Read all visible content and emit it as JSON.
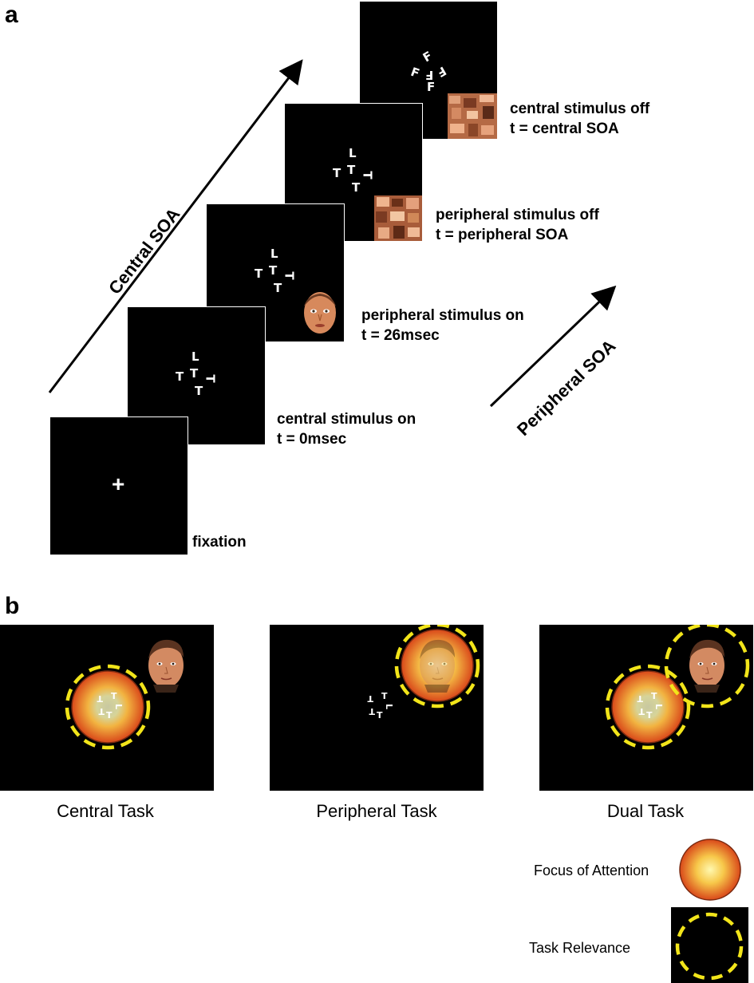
{
  "panel_a": {
    "letter": "a",
    "central_soa_label": "Central SOA",
    "peripheral_soa_label": "Peripheral SOA",
    "fixation_label": "fixation",
    "fixation_symbol": "+",
    "frames": [
      {
        "line1": "central stimulus on",
        "line2": "t = 0msec"
      },
      {
        "line1": "peripheral stimulus on",
        "line2": "t = 26msec"
      },
      {
        "line1": "peripheral stimulus off",
        "line2": "t = peripheral SOA"
      },
      {
        "line1": "central stimulus off",
        "line2": "t = central SOA"
      }
    ],
    "letters_T": "T",
    "letters_L": "L",
    "letters_F": "F"
  },
  "panel_b": {
    "letter": "b",
    "tasks": [
      "Central Task",
      "Peripheral Task",
      "Dual Task"
    ],
    "legend": {
      "focus_label": "Focus of Attention",
      "relevance_label": "Task Relevance"
    }
  },
  "colors": {
    "background": "#000000",
    "dashed_ring": "#f2e51a",
    "attention_outer": "#d94a1a",
    "attention_inner": "#fff6a0"
  }
}
